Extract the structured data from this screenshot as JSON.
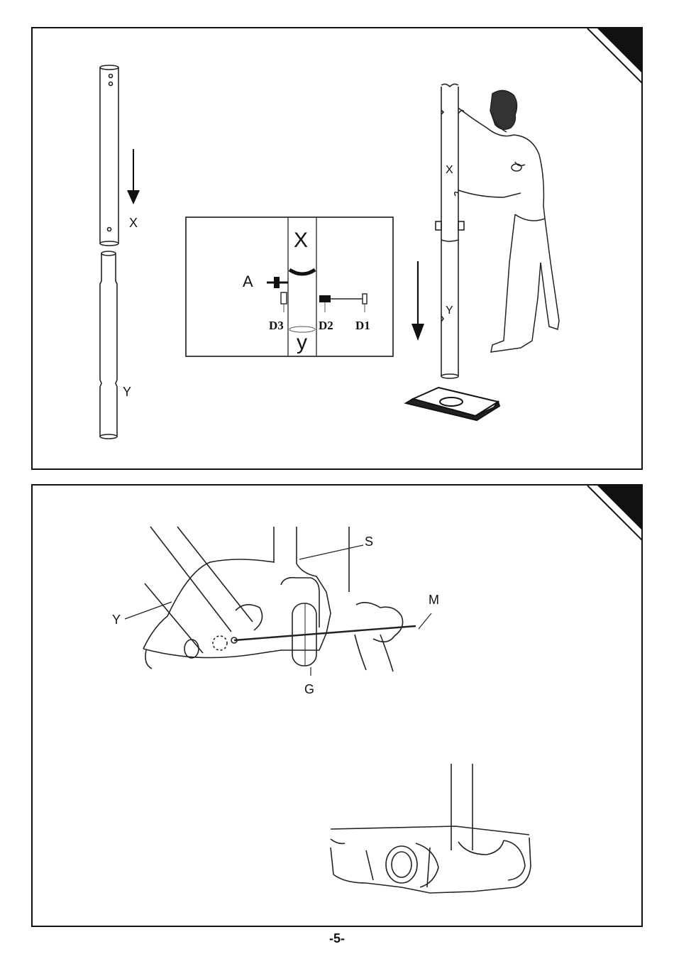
{
  "page": {
    "number": "-5-"
  },
  "step1": {
    "labels": {
      "upper_tube": "X",
      "lower_tube": "Y",
      "detail_upper": "X",
      "detail_lower": "y",
      "detail_bolt": "A",
      "detail_d3": "D3",
      "detail_d2": "D2",
      "detail_d1": "D1",
      "assembled_upper": "X",
      "assembled_lower": "Y"
    }
  },
  "step2": {
    "labels": {
      "pole": "Y",
      "bracket": "S",
      "pin": "M",
      "wheel": "G"
    }
  }
}
